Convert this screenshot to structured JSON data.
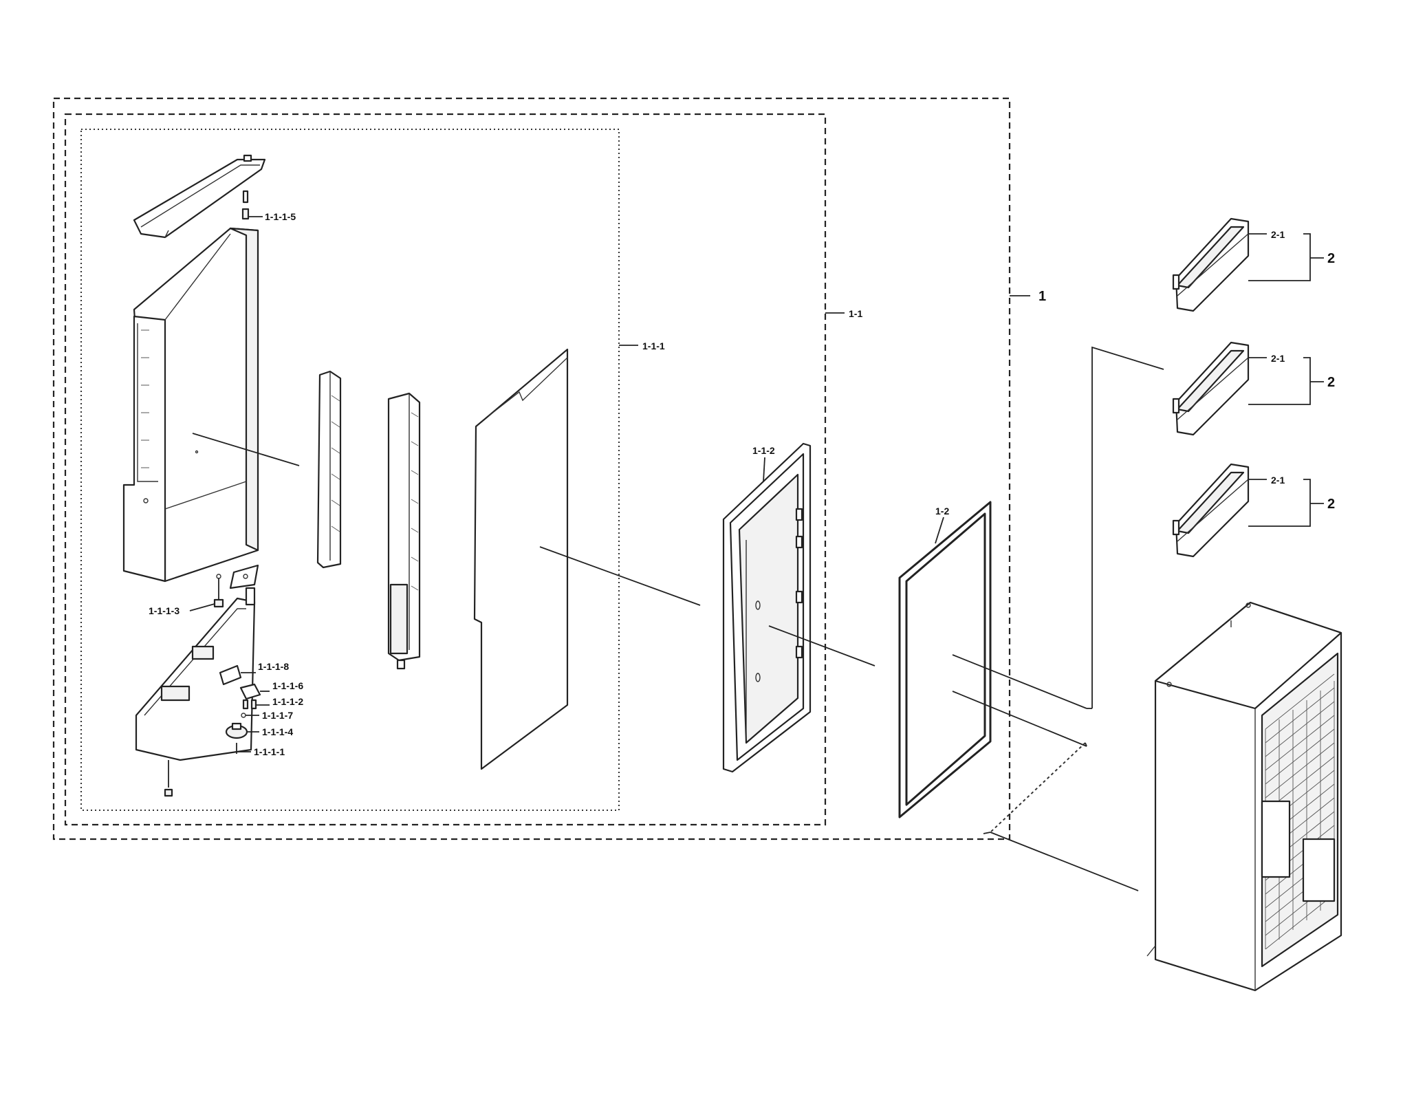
{
  "labels": {
    "assy_1": "1",
    "assy_1_1": "1-1",
    "assy_1_1_1": "1-1-1",
    "part_1_1_1_1": "1-1-1-1",
    "part_1_1_1_2": "1-1-1-2",
    "part_1_1_1_3": "1-1-1-3",
    "part_1_1_1_4": "1-1-1-4",
    "part_1_1_1_5": "1-1-1-5",
    "part_1_1_1_6": "1-1-1-6",
    "part_1_1_1_7": "1-1-1-7",
    "part_1_1_1_8": "1-1-1-8",
    "part_1_1_2": "1-1-2",
    "part_1_2": "1-2",
    "bin_1_sub": "2-1",
    "bin_1_main": "2",
    "bin_2_sub": "2-1",
    "bin_2_main": "2",
    "bin_3_sub": "2-1",
    "bin_3_main": "2"
  },
  "colors": {
    "line": "#222222",
    "background": "#ffffff"
  }
}
